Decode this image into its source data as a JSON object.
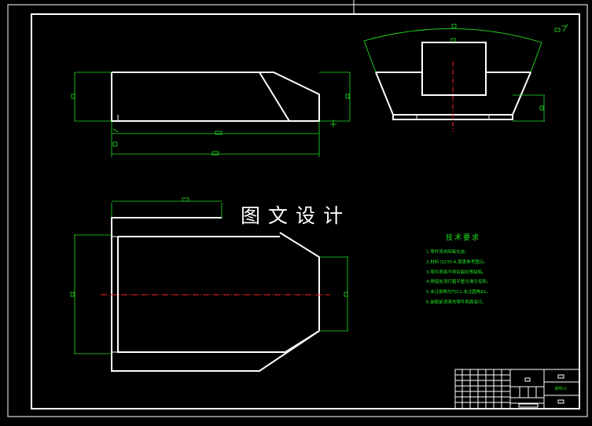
{
  "watermark": "图文设计",
  "technical_requirements": {
    "title": "技术要求",
    "items": [
      "1.零件须去除氧化皮。",
      "2.材料 Q235-A,厚度参考图示。",
      "3.零件表面不得有裂纹等缺陷。",
      "4.焊接处须打磨平整光滑无毛刺。",
      "5.未注倒角均为C1,未注圆角R1。",
      "6.装配前须清洗零件表面油污。"
    ]
  },
  "title_block": {
    "part_name": "卸料斗"
  },
  "colors": {
    "background": "#000000",
    "outline": "#ffffff",
    "dimension": "#22e022",
    "centerline": "#ff2222"
  }
}
